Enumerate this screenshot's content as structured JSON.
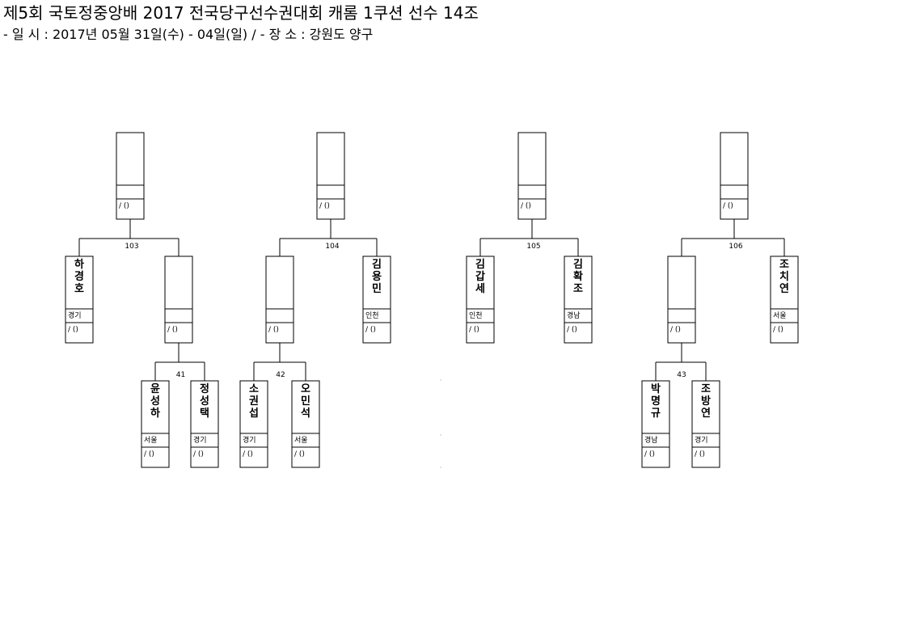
{
  "title": "제5회 국토정중앙배 2017 전국당구선수권대회 캐롬 1쿠션 선수 14조",
  "subtitle": "- 일 시 : 2017년 05월 31일(수) - 04일(일) / - 장 소 : 강원도 양구",
  "default_score": "/ ()",
  "matches": [
    {
      "id": "m103",
      "number": "103"
    },
    {
      "id": "m104",
      "number": "104"
    },
    {
      "id": "m105",
      "number": "105"
    },
    {
      "id": "m106",
      "number": "106"
    },
    {
      "id": "m41",
      "number": "41"
    },
    {
      "id": "m42",
      "number": "42"
    },
    {
      "id": "m43",
      "number": "43"
    }
  ],
  "players": [
    {
      "id": "p1",
      "name": "하경호",
      "region": "경기",
      "score": "/ ()"
    },
    {
      "id": "p2",
      "name": "",
      "region": "",
      "score": "/ ()"
    },
    {
      "id": "p3",
      "name": "",
      "region": "",
      "score": "/ ()"
    },
    {
      "id": "p4",
      "name": "김용민",
      "region": "인천",
      "score": "/ ()"
    },
    {
      "id": "p5",
      "name": "김갑세",
      "region": "인천",
      "score": "/ ()"
    },
    {
      "id": "p6",
      "name": "김확조",
      "region": "경남",
      "score": "/ ()"
    },
    {
      "id": "p7",
      "name": "",
      "region": "",
      "score": "/ ()"
    },
    {
      "id": "p8",
      "name": "조치연",
      "region": "서울",
      "score": "/ ()"
    },
    {
      "id": "p9",
      "name": "윤성하",
      "region": "서울",
      "score": "/ ()"
    },
    {
      "id": "p10",
      "name": "정성택",
      "region": "경기",
      "score": "/ ()"
    },
    {
      "id": "p11",
      "name": "소권섭",
      "region": "경기",
      "score": "/ ()"
    },
    {
      "id": "p12",
      "name": "오민석",
      "region": "서울",
      "score": "/ ()"
    },
    {
      "id": "p13",
      "name": "박명규",
      "region": "경남",
      "score": "/ ()"
    },
    {
      "id": "p14",
      "name": "조방연",
      "region": "경기",
      "score": "/ ()"
    }
  ],
  "winners": [
    {
      "id": "w103",
      "name": "",
      "region": "",
      "score": "/ ()"
    },
    {
      "id": "w104",
      "name": "",
      "region": "",
      "score": "/ ()"
    },
    {
      "id": "w105",
      "name": "",
      "region": "",
      "score": "/ ()"
    },
    {
      "id": "w106",
      "name": "",
      "region": "",
      "score": "/ ()"
    }
  ]
}
